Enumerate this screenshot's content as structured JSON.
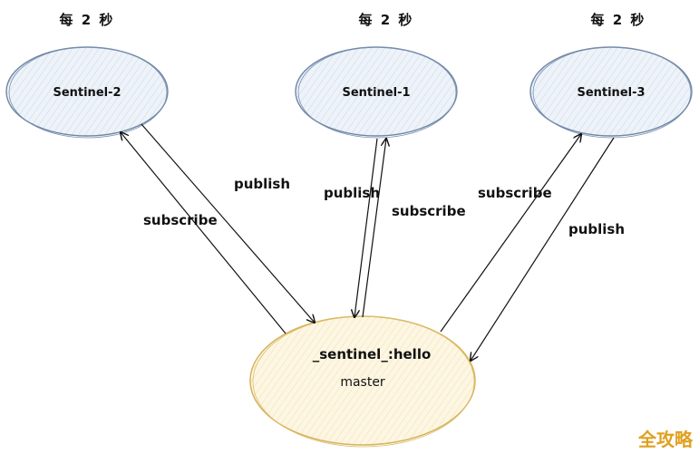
{
  "nodes": {
    "sentinel_2": {
      "label": "Sentinel-2",
      "frequency": "每 2 秒"
    },
    "sentinel_1": {
      "label": "Sentinel-1",
      "frequency": "每 2 秒"
    },
    "sentinel_3": {
      "label": "Sentinel-3",
      "frequency": "每 2 秒"
    },
    "master": {
      "channel": "_sentinel_:hello",
      "label": "master"
    }
  },
  "edges": {
    "s2_publish": "publish",
    "s2_subscribe": "subscribe",
    "s1_publish": "publish",
    "s1_subscribe": "subscribe",
    "s3_subscribe": "subscribe",
    "s3_publish": "publish"
  },
  "watermark": "全攻略",
  "colors": {
    "sentinel_fill": "#e7eef7",
    "sentinel_stroke": "#6f86a6",
    "master_fill": "#fdf4dd",
    "master_stroke": "#d6b35a",
    "arrow": "#111111"
  }
}
